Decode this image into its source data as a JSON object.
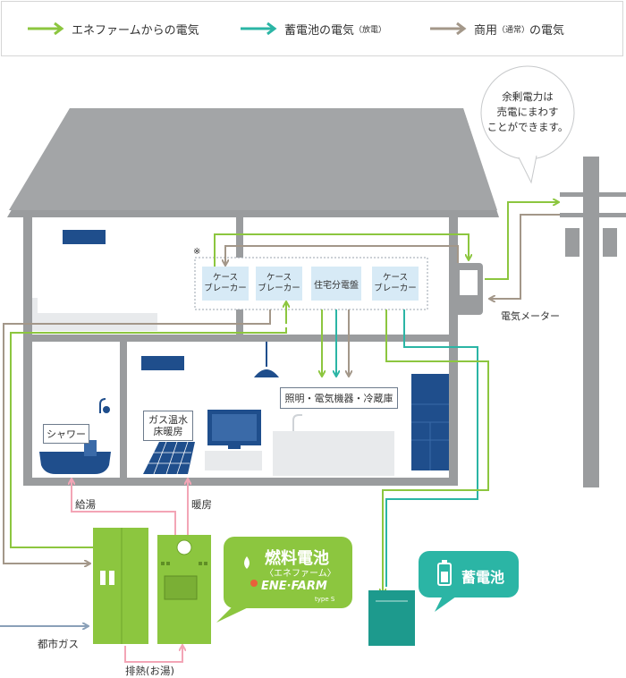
{
  "legend": [
    {
      "label": "エネファームからの電気",
      "color": "#8cc63f"
    },
    {
      "label": "蓄電池の電気",
      "suffix": "（放電）",
      "color": "#2bb5a5"
    },
    {
      "label": "商用",
      "suffix_mid": "（通常）",
      "label_end": "の電気",
      "color": "#a39789"
    }
  ],
  "house": {
    "note_mark": "※",
    "breakers": [
      "ケース\nブレーカー",
      "ケース\nブレーカー",
      "ケース\nブレーカー"
    ],
    "main_panel": "住宅分電盤",
    "appliances_label": "照明・電気機器・冷蔵庫",
    "shower_label": "シャワー",
    "floor_heating_label": "ガス温水\n床暖房"
  },
  "meter_label": "電気メーター",
  "sell_bubble": "余剰電力は\n売電にまわす\nことができます。",
  "flows": {
    "hot_water": "給湯",
    "heating": "暖房",
    "city_gas": "都市ガス",
    "exhaust_heat": "排熱(お湯)"
  },
  "fuel_cell": {
    "title": "燃料電池",
    "subtitle": "〈エネファーム〉",
    "logo_text": "ENE·FARM",
    "logo_sub": "type S"
  },
  "battery": {
    "label": "蓄電池"
  },
  "colors": {
    "ene": "#8cc63f",
    "battery": "#2bb5a5",
    "grid": "#a39789",
    "house": "#9a9c9e",
    "fuel_cell_unit": "#8cc63f",
    "battery_unit": "#1d9a8d",
    "pink": "#f3a5b6",
    "gas": "#8aa0b8"
  }
}
